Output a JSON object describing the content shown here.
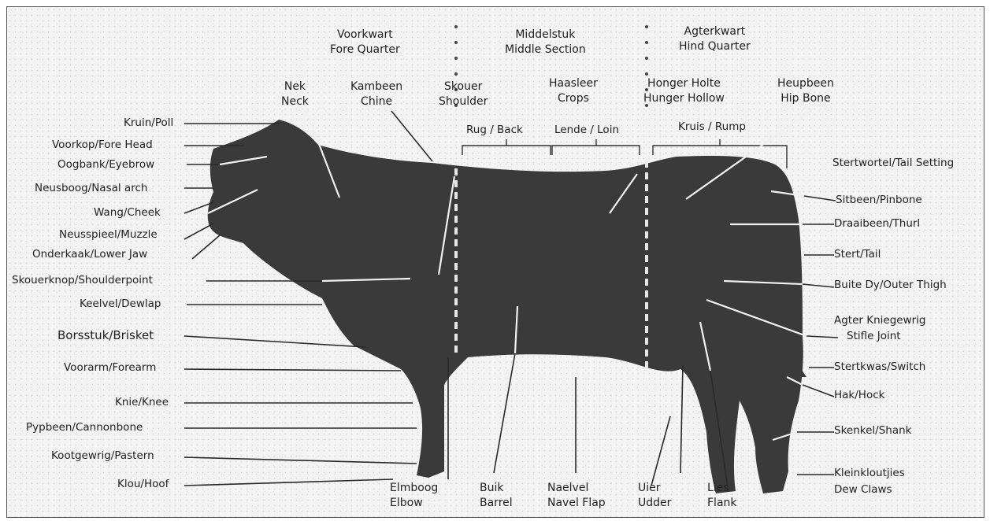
{
  "sections": {
    "fore": {
      "af": "Voorkwart",
      "en": "Fore Quarter"
    },
    "middle": {
      "af": "Middelstuk",
      "en": "Middle Section"
    },
    "hind": {
      "af": "Agterkwart",
      "en": "Hind Quarter"
    }
  },
  "top_labels": {
    "neck": {
      "af": "Nek",
      "en": "Neck"
    },
    "chine": {
      "af": "Kambeen",
      "en": "Chine"
    },
    "shoulder": {
      "af": "Skouer",
      "en": "Shoulder"
    },
    "crops": {
      "af": "Haasleer",
      "en": "Crops"
    },
    "hunger_hollow": {
      "af": "Honger Holte",
      "en": "Hunger Hollow"
    },
    "hip_bone": {
      "af": "Heupbeen",
      "en": "Hip Bone"
    }
  },
  "back_regions": {
    "back": "Rug / Back",
    "loin": "Lende / Loin",
    "rump": "Kruis / Rump"
  },
  "left_labels": [
    "Kruin/Poll",
    "Voorkop/Fore Head",
    "Oogbank/Eyebrow",
    "Neusboog/Nasal arch",
    "Wang/Cheek",
    "Neusspieel/Muzzle",
    "Onderkaak/Lower Jaw",
    "Skouerknop/Shoulderpoint",
    "Keelvel/Dewlap",
    "Borsstuk/Brisket",
    "Voorarm/Forearm",
    "Knie/Knee",
    "Pypbeen/Cannonbone",
    "Kootgewrig/Pastern",
    "Klou/Hoof"
  ],
  "right_labels": [
    "Stertwortel/Tail Setting",
    "Sitbeen/Pinbone",
    "Draaibeen/Thurl",
    "Stert/Tail",
    "Buite Dy/Outer Thigh",
    "Agter Kniegewrig",
    "Stifle Joint",
    "Stertkwas/Switch",
    "Hak/Hock",
    "Skenkel/Shank",
    "Kleinkloutjies",
    "Dew Claws"
  ],
  "bottom_labels": {
    "elbow": {
      "af": "Elmboog",
      "en": "Elbow"
    },
    "barrel": {
      "af": "Buik",
      "en": "Barrel"
    },
    "navel": {
      "af": "Naelvel",
      "en": "Navel Flap"
    },
    "udder": {
      "af": "Uier",
      "en": "Udder"
    },
    "flank": {
      "af": "Lies",
      "en": "Flank"
    }
  },
  "colors": {
    "silhouette": "#3a3a3a",
    "line": "#2a2a2a",
    "paper": "#f3f3f3"
  }
}
